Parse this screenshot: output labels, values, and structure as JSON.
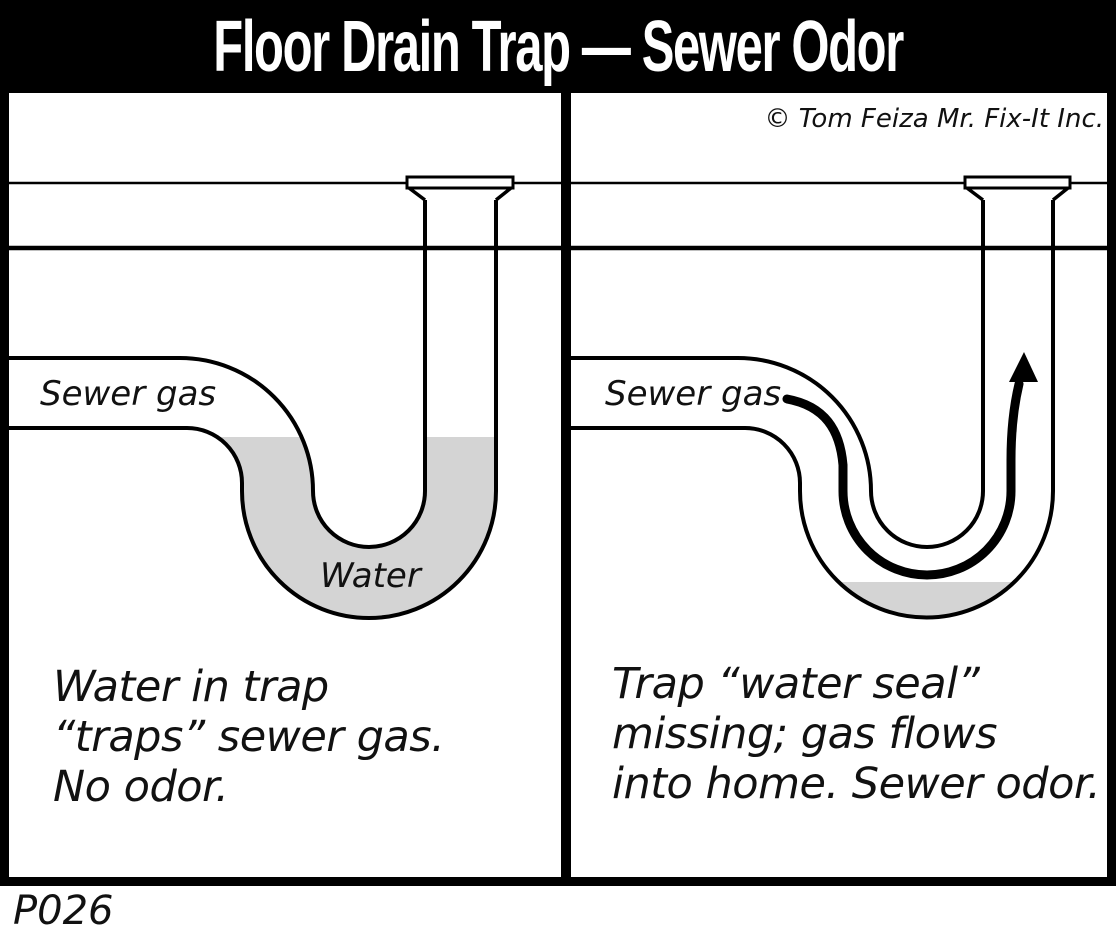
{
  "title": "Floor Drain Trap — Sewer Odor",
  "copyright": "© Tom Feiza Mr. Fix-It Inc.",
  "code": "P026",
  "colors": {
    "water": "#d4d4d4",
    "line": "#000000",
    "background": "#ffffff",
    "title_bar": "#000000",
    "title_text": "#ffffff"
  },
  "left_panel": {
    "pipe_label": "Sewer gas",
    "water_label": "Water",
    "caption_lines": [
      "Water in trap",
      "“traps” sewer gas.",
      "No odor."
    ]
  },
  "right_panel": {
    "pipe_label": "Sewer gas",
    "caption_lines": [
      "Trap “water seal”",
      "missing; gas flows",
      "into home. Sewer odor."
    ]
  }
}
